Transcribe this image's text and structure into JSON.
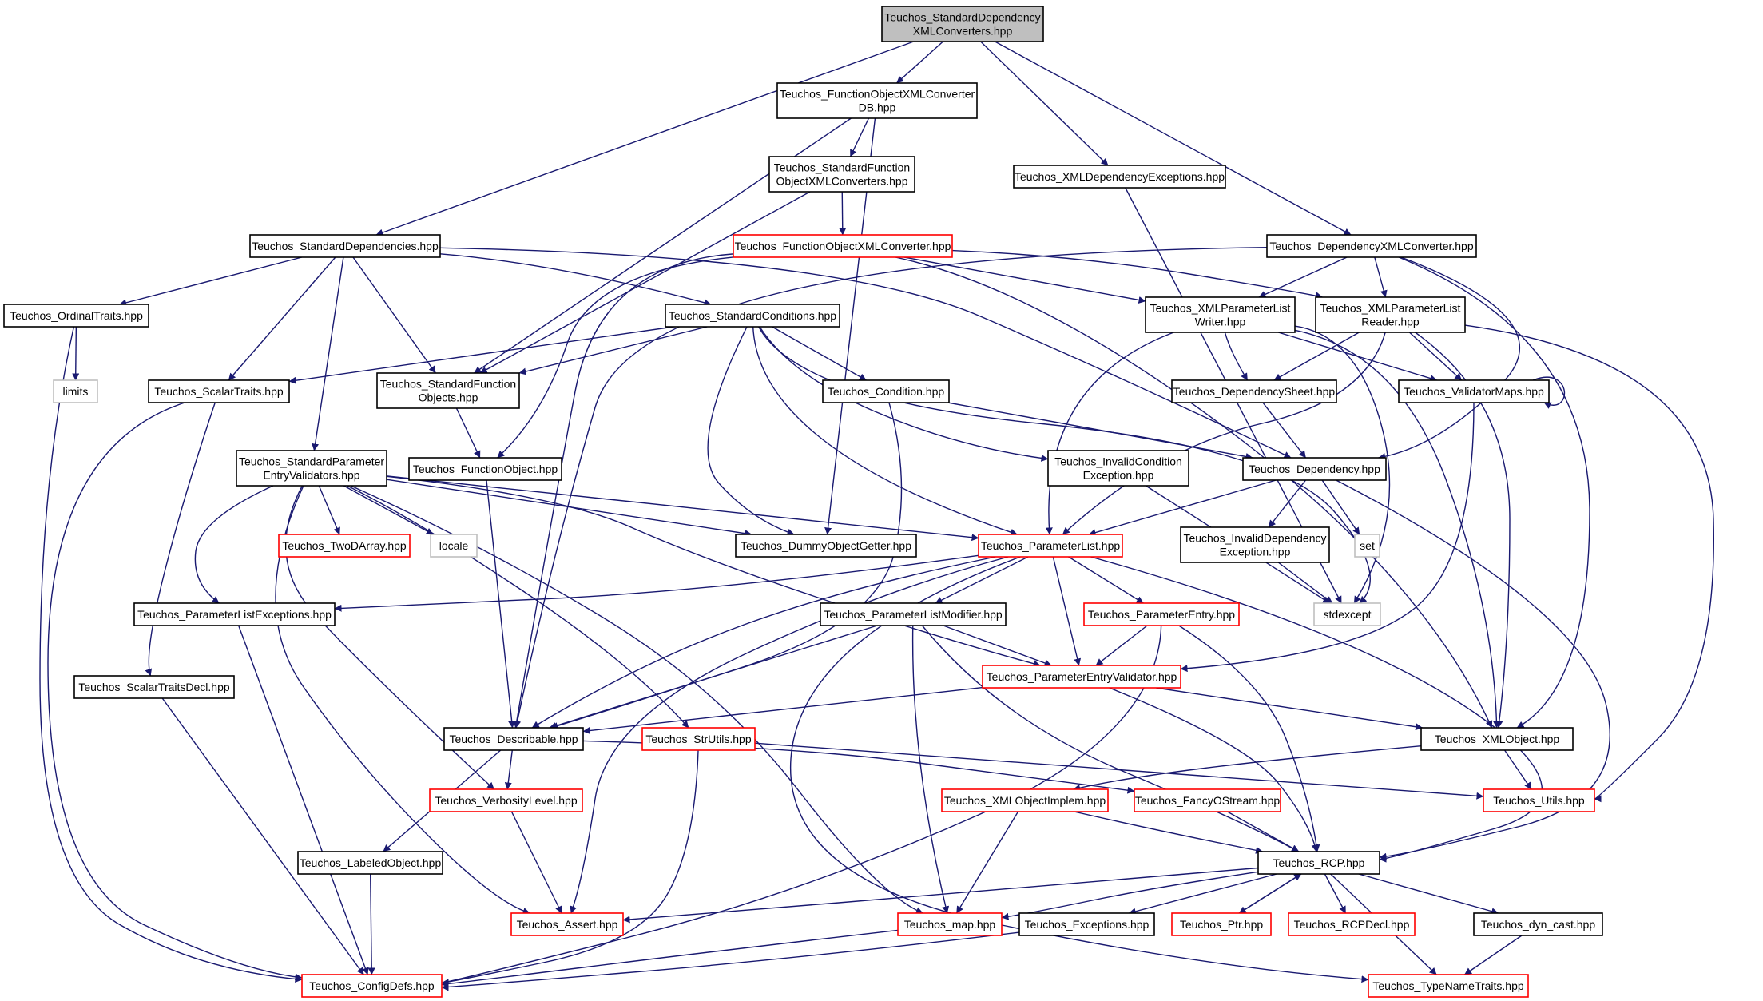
{
  "colors": {
    "edge": "#191970",
    "normal_border": "#000000",
    "incomplete_border": "#ff0000",
    "system_border": "#bfbfbf",
    "root_fill": "#bfbfbf"
  },
  "nodes": {
    "root": {
      "lines": [
        "Teuchos_StandardDependency",
        "XMLConverters.hpp"
      ],
      "style": "root"
    },
    "fodb": {
      "lines": [
        "Teuchos_FunctionObjectXMLConverter",
        "DB.hpp"
      ],
      "style": "black"
    },
    "sfoxml": {
      "lines": [
        "Teuchos_StandardFunction",
        "ObjectXMLConverters.hpp"
      ],
      "style": "black"
    },
    "xmldepexc": {
      "lines": [
        "Teuchos_XMLDependencyExceptions.hpp"
      ],
      "style": "black"
    },
    "stddeps": {
      "lines": [
        "Teuchos_StandardDependencies.hpp"
      ],
      "style": "black"
    },
    "foxml": {
      "lines": [
        "Teuchos_FunctionObjectXMLConverter.hpp"
      ],
      "style": "red"
    },
    "depxml": {
      "lines": [
        "Teuchos_DependencyXMLConverter.hpp"
      ],
      "style": "black"
    },
    "ordinal": {
      "lines": [
        "Teuchos_OrdinalTraits.hpp"
      ],
      "style": "black"
    },
    "stdcond": {
      "lines": [
        "Teuchos_StandardConditions.hpp"
      ],
      "style": "black"
    },
    "xmlplw": {
      "lines": [
        "Teuchos_XMLParameterList",
        "Writer.hpp"
      ],
      "style": "black"
    },
    "xmlplr": {
      "lines": [
        "Teuchos_XMLParameterList",
        "Reader.hpp"
      ],
      "style": "black"
    },
    "limits": {
      "lines": [
        "limits"
      ],
      "style": "gray"
    },
    "scalar": {
      "lines": [
        "Teuchos_ScalarTraits.hpp"
      ],
      "style": "black"
    },
    "sfo": {
      "lines": [
        "Teuchos_StandardFunction",
        "Objects.hpp"
      ],
      "style": "black"
    },
    "cond": {
      "lines": [
        "Teuchos_Condition.hpp"
      ],
      "style": "black"
    },
    "depsheet": {
      "lines": [
        "Teuchos_DependencySheet.hpp"
      ],
      "style": "black"
    },
    "valmaps": {
      "lines": [
        "Teuchos_ValidatorMaps.hpp"
      ],
      "style": "black"
    },
    "spev": {
      "lines": [
        "Teuchos_StandardParameter",
        "EntryValidators.hpp"
      ],
      "style": "black"
    },
    "fo": {
      "lines": [
        "Teuchos_FunctionObject.hpp"
      ],
      "style": "black"
    },
    "invcond": {
      "lines": [
        "Teuchos_InvalidCondition",
        "Exception.hpp"
      ],
      "style": "black"
    },
    "dep": {
      "lines": [
        "Teuchos_Dependency.hpp"
      ],
      "style": "black"
    },
    "twod": {
      "lines": [
        "Teuchos_TwoDArray.hpp"
      ],
      "style": "red"
    },
    "locale": {
      "lines": [
        "locale"
      ],
      "style": "gray"
    },
    "dummy": {
      "lines": [
        "Teuchos_DummyObjectGetter.hpp"
      ],
      "style": "black"
    },
    "pl": {
      "lines": [
        "Teuchos_ParameterList.hpp"
      ],
      "style": "red"
    },
    "invdep": {
      "lines": [
        "Teuchos_InvalidDependency",
        "Exception.hpp"
      ],
      "style": "black"
    },
    "set": {
      "lines": [
        "set"
      ],
      "style": "gray"
    },
    "plexc": {
      "lines": [
        "Teuchos_ParameterListExceptions.hpp"
      ],
      "style": "black"
    },
    "plmod": {
      "lines": [
        "Teuchos_ParameterListModifier.hpp"
      ],
      "style": "black"
    },
    "pe": {
      "lines": [
        "Teuchos_ParameterEntry.hpp"
      ],
      "style": "red"
    },
    "stdexcept": {
      "lines": [
        "stdexcept"
      ],
      "style": "gray"
    },
    "stdecl": {
      "lines": [
        "Teuchos_ScalarTraitsDecl.hpp"
      ],
      "style": "black"
    },
    "pev": {
      "lines": [
        "Teuchos_ParameterEntryValidator.hpp"
      ],
      "style": "red"
    },
    "desc": {
      "lines": [
        "Teuchos_Describable.hpp"
      ],
      "style": "black"
    },
    "strutils": {
      "lines": [
        "Teuchos_StrUtils.hpp"
      ],
      "style": "red"
    },
    "xmlobj": {
      "lines": [
        "Teuchos_XMLObject.hpp"
      ],
      "style": "black"
    },
    "verb": {
      "lines": [
        "Teuchos_VerbosityLevel.hpp"
      ],
      "style": "red"
    },
    "xmlobjimpl": {
      "lines": [
        "Teuchos_XMLObjectImplem.hpp"
      ],
      "style": "red"
    },
    "fancy": {
      "lines": [
        "Teuchos_FancyOStream.hpp"
      ],
      "style": "red"
    },
    "utils": {
      "lines": [
        "Teuchos_Utils.hpp"
      ],
      "style": "red"
    },
    "labeled": {
      "lines": [
        "Teuchos_LabeledObject.hpp"
      ],
      "style": "black"
    },
    "rcp": {
      "lines": [
        "Teuchos_RCP.hpp"
      ],
      "style": "black"
    },
    "assert": {
      "lines": [
        "Teuchos_Assert.hpp"
      ],
      "style": "red"
    },
    "map": {
      "lines": [
        "Teuchos_map.hpp"
      ],
      "style": "red"
    },
    "exc": {
      "lines": [
        "Teuchos_Exceptions.hpp"
      ],
      "style": "black"
    },
    "ptr": {
      "lines": [
        "Teuchos_Ptr.hpp"
      ],
      "style": "red"
    },
    "rcpdecl": {
      "lines": [
        "Teuchos_RCPDecl.hpp"
      ],
      "style": "red"
    },
    "dyncast": {
      "lines": [
        "Teuchos_dyn_cast.hpp"
      ],
      "style": "black"
    },
    "config": {
      "lines": [
        "Teuchos_ConfigDefs.hpp"
      ],
      "style": "red"
    },
    "typename": {
      "lines": [
        "Teuchos_TypeNameTraits.hpp"
      ],
      "style": "red"
    }
  },
  "edges": [
    [
      "root",
      "fodb"
    ],
    [
      "root",
      "xmldepexc"
    ],
    [
      "root",
      "stddeps"
    ],
    [
      "root",
      "depxml"
    ],
    [
      "fodb",
      "sfoxml"
    ],
    [
      "fodb",
      "sfo"
    ],
    [
      "fodb",
      "dummy"
    ],
    [
      "sfoxml",
      "foxml"
    ],
    [
      "sfoxml",
      "sfo"
    ],
    [
      "xmldepexc",
      "stdexcept"
    ],
    [
      "stddeps",
      "ordinal"
    ],
    [
      "stddeps",
      "stdcond"
    ],
    [
      "stddeps",
      "scalar"
    ],
    [
      "stddeps",
      "sfo"
    ],
    [
      "stddeps",
      "spev"
    ],
    [
      "stddeps",
      "dep"
    ],
    [
      "foxml",
      "xmlplw"
    ],
    [
      "foxml",
      "xmlplr"
    ],
    [
      "foxml",
      "fo"
    ],
    [
      "foxml",
      "desc"
    ],
    [
      "foxml",
      "xmlobj"
    ],
    [
      "depxml",
      "xmlplw"
    ],
    [
      "depxml",
      "xmlplr"
    ],
    [
      "depxml",
      "dep"
    ],
    [
      "depxml",
      "xmlobj"
    ],
    [
      "depxml",
      "desc"
    ],
    [
      "ordinal",
      "limits"
    ],
    [
      "ordinal",
      "config"
    ],
    [
      "stdcond",
      "cond"
    ],
    [
      "stdcond",
      "scalar"
    ],
    [
      "stdcond",
      "sfo"
    ],
    [
      "stdcond",
      "dummy"
    ],
    [
      "stdcond",
      "pl"
    ],
    [
      "stdcond",
      "invcond"
    ],
    [
      "stdcond",
      "stdexcept"
    ],
    [
      "xmlplw",
      "depsheet"
    ],
    [
      "xmlplw",
      "valmaps"
    ],
    [
      "xmlplw",
      "pl"
    ],
    [
      "xmlplw",
      "xmlobj"
    ],
    [
      "xmlplw",
      "stdexcept"
    ],
    [
      "xmlplr",
      "depsheet"
    ],
    [
      "xmlplr",
      "valmaps"
    ],
    [
      "xmlplr",
      "pl"
    ],
    [
      "xmlplr",
      "xmlobj"
    ],
    [
      "xmlplr",
      "utils"
    ],
    [
      "scalar",
      "stdecl"
    ],
    [
      "scalar",
      "config"
    ],
    [
      "sfo",
      "fo"
    ],
    [
      "cond",
      "dep"
    ],
    [
      "cond",
      "desc"
    ],
    [
      "depsheet",
      "dep"
    ],
    [
      "valmaps",
      "valmaps"
    ],
    [
      "valmaps",
      "pev"
    ],
    [
      "spev",
      "twod"
    ],
    [
      "spev",
      "locale"
    ],
    [
      "spev",
      "dummy"
    ],
    [
      "spev",
      "pl"
    ],
    [
      "spev",
      "plexc"
    ],
    [
      "spev",
      "verb"
    ],
    [
      "spev",
      "strutils"
    ],
    [
      "spev",
      "assert"
    ],
    [
      "spev",
      "map"
    ],
    [
      "spev",
      "pev"
    ],
    [
      "fo",
      "desc"
    ],
    [
      "invcond",
      "stdexcept"
    ],
    [
      "dep",
      "invdep"
    ],
    [
      "dep",
      "set"
    ],
    [
      "dep",
      "pl"
    ],
    [
      "dep",
      "rcp"
    ],
    [
      "pl",
      "plmod"
    ],
    [
      "pl",
      "pe"
    ],
    [
      "pl",
      "pev"
    ],
    [
      "pl",
      "plexc"
    ],
    [
      "pl",
      "desc"
    ],
    [
      "pl",
      "assert"
    ],
    [
      "pl",
      "rcp"
    ],
    [
      "pl",
      "typename"
    ],
    [
      "invdep",
      "stdexcept"
    ],
    [
      "plexc",
      "config"
    ],
    [
      "plmod",
      "pev"
    ],
    [
      "plmod",
      "desc"
    ],
    [
      "plmod",
      "map"
    ],
    [
      "plmod",
      "rcp"
    ],
    [
      "pe",
      "pev"
    ],
    [
      "pe",
      "rcp"
    ],
    [
      "pe",
      "config"
    ],
    [
      "stdecl",
      "config"
    ],
    [
      "pev",
      "desc"
    ],
    [
      "pev",
      "xmlobj"
    ],
    [
      "pev",
      "rcp"
    ],
    [
      "desc",
      "verb"
    ],
    [
      "desc",
      "fancy"
    ],
    [
      "desc",
      "labeled"
    ],
    [
      "strutils",
      "utils"
    ],
    [
      "strutils",
      "config"
    ],
    [
      "xmlobj",
      "xmlobjimpl"
    ],
    [
      "xmlobj",
      "utils"
    ],
    [
      "verb",
      "assert"
    ],
    [
      "xmlobjimpl",
      "map"
    ],
    [
      "xmlobjimpl",
      "rcp"
    ],
    [
      "fancy",
      "rcp"
    ],
    [
      "labeled",
      "config"
    ],
    [
      "rcp",
      "assert"
    ],
    [
      "rcp",
      "map"
    ],
    [
      "rcp",
      "exc"
    ],
    [
      "rcp",
      "ptr"
    ],
    [
      "rcp",
      "rcpdecl"
    ],
    [
      "rcp",
      "dyncast"
    ],
    [
      "rcp",
      "typename"
    ],
    [
      "ptr",
      "rcp"
    ],
    [
      "map",
      "config"
    ],
    [
      "exc",
      "config"
    ],
    [
      "dyncast",
      "typename"
    ]
  ]
}
